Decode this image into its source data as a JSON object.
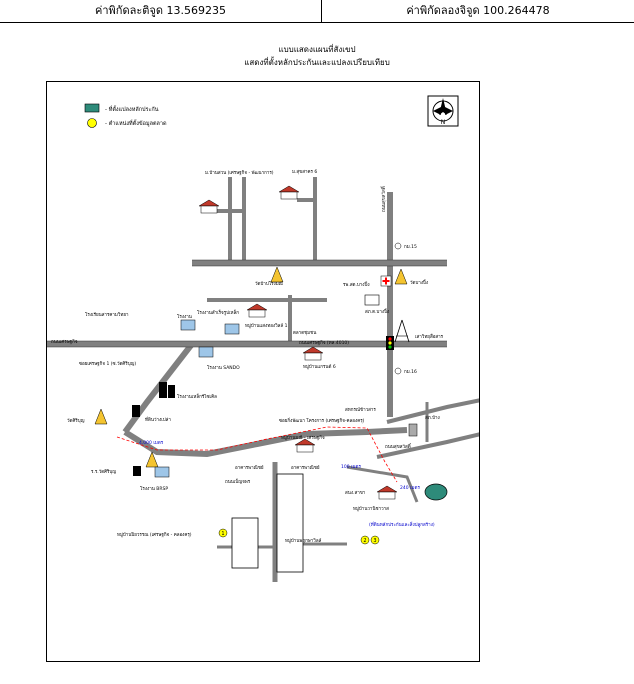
{
  "header": {
    "lat_label": "ค่าพิกัดละติจูด 13.569235",
    "lon_label": "ค่าพิกัดลองจิจูด 100.264478"
  },
  "title": {
    "line1": "แบบแสดงแผนที่สังเขป",
    "line2": "แสดงที่ตั้งหลักประกันและแปลงเปรียบเทียบ"
  },
  "legend": {
    "collateral": "- ที่ตั้งแปลงหลักประกัน",
    "market_data": "- ตำแหน่งที่ตั้งข้อมูลตลาด"
  },
  "labels": {
    "village_top1": "ม.บ้านสวน (เศรษฐกิจ - พัฒนาการ)",
    "village_top2": "ม.สุขสาคร 6",
    "road_vertical": "ถนนสุขสวัสดิ์",
    "km15": "กม.15",
    "km16": "กม.16",
    "temple_a": "วัดบ้าปโรงมณี",
    "temple_b": "วัดบางปิ้ง",
    "hospital": "รพ.สต.บางปิ้ง",
    "police": "สภ.ต.บางปิ้ง",
    "school_left": "โรงเรียนสารคามวิทยา",
    "factory_top": "โรงงาน",
    "factory_top2": "โรงงานสำเร็จรูปเหล็ก",
    "village_mid": "หมู่บ้านแสงทองวิลล์ 1",
    "market": "ตลาดชุมชน",
    "main_road": "ถนนเศรษฐกิจ (ทล.4010)",
    "left_road": "ถนนเศรษฐกิจ",
    "village_6": "หมู่บ้านแกรนด์ 6",
    "tower": "เสาวิทยุสื่อสาร",
    "soi_label": "ซอยเศรษฐกิจ 1 (ซ.วัดศิริบุญ)",
    "factory_sando": "โรงงาน SANDO",
    "factory_steel": "โรงงานเหล็กรีไซเคิล",
    "factory_plant": "ที่ดินว่างเปล่า",
    "temple_left": "วัดศิริบุญ",
    "school_small": "ร.ร.วัดศิริบุญ",
    "factory_brsp": "โรงงาน BRSP",
    "dist_4000": "4,000 เมตร",
    "soi_brown": "ซอยกิ่งพัฒนา โครงการ (เศรษฐกิจ-คลองครุ)",
    "village_econ": "หมู่บ้านมณี - เศรษฐกิจ",
    "cooperative": "สหกรณ์ข้าวสาร",
    "shop_row": "อาคารพาณิชย์",
    "dist_100": "100 เมตร",
    "police_box": "สภ.บ้าง",
    "canal": "ถนนสุขสวัสดิ์",
    "market_road": "ถนนเบ็ญจพร",
    "dist_240": "240 เมตร",
    "village_bottom": "หมู่บ้านวานิชาวาส",
    "property": "(ที่ดินหลักประกันและสิ่งปลูกสร้าง)",
    "subject": "สนง.สาขา",
    "village_left_bottom": "หมู่บ้านปิยวรรณ (เศรษฐกิจ - คลองครุ)",
    "village_wide": "หมู่บ้านพฤกษาวิลล์",
    "marker_1": "1",
    "marker_2": "2",
    "marker_3": "3",
    "north": "N"
  },
  "colors": {
    "road": "#808080",
    "collateral_fill": "#2e8b7a",
    "marker_fill": "#ffff00",
    "route": "#ff0000",
    "house_roof": "#c0392b",
    "blue_text": "#0000cc"
  }
}
